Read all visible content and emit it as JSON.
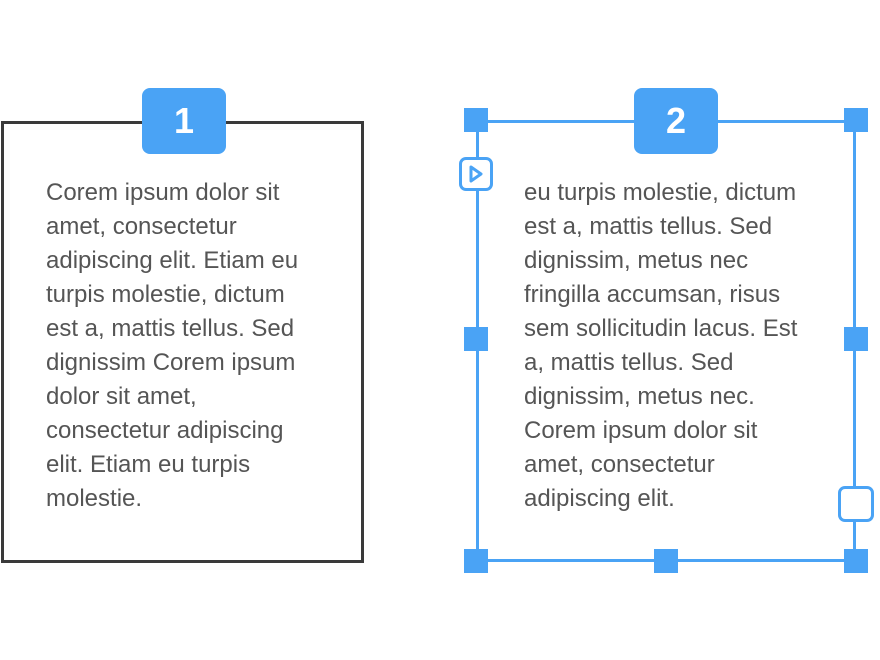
{
  "frames": [
    {
      "number": "1",
      "text": "Corem ipsum dolor sit\namet, consectetur\nadipiscing elit. Etiam eu\nturpis molestie, dictum\nest a, mattis tellus. Sed\ndignissim Corem ipsum\ndolor sit amet,\nconsectetur adipiscing\nelit. Etiam eu turpis\nmolestie.",
      "selected": false
    },
    {
      "number": "2",
      "text": "eu turpis molestie, dictum\nest a, mattis tellus. Sed\ndignissim, metus nec\nfringilla accumsan, risus\nsem sollicitudin lacus. Est\na, mattis tellus. Sed\ndignissim, metus nec.\nCorem ipsum dolor sit\namet, consectetur\nadipiscing elit.",
      "selected": true
    }
  ],
  "colors": {
    "accent": "#4aa3f5",
    "frame_border": "#3a3a3a",
    "text": "#555555",
    "background": "#ffffff"
  },
  "icons": {
    "port_in": "play-triangle-icon",
    "port_out": "empty-square-port-icon"
  }
}
